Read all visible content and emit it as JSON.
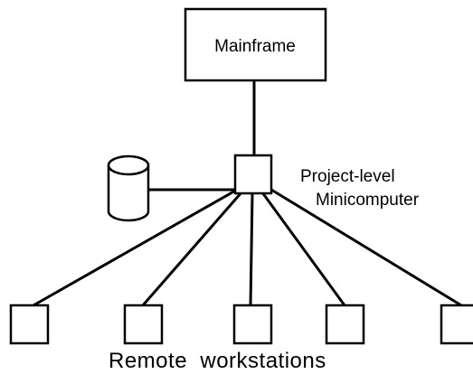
{
  "diagram": {
    "mainframe": {
      "label": "Mainframe"
    },
    "minicomputer": {
      "label_line1": "Project-level",
      "label_line2": "Minicomputer"
    },
    "storage": {
      "icon": "disk-cylinder-icon"
    },
    "workstations": {
      "count": 5,
      "label": "Remote  workstations"
    },
    "colors": {
      "stroke": "#000000",
      "background": "#ffffff"
    }
  }
}
